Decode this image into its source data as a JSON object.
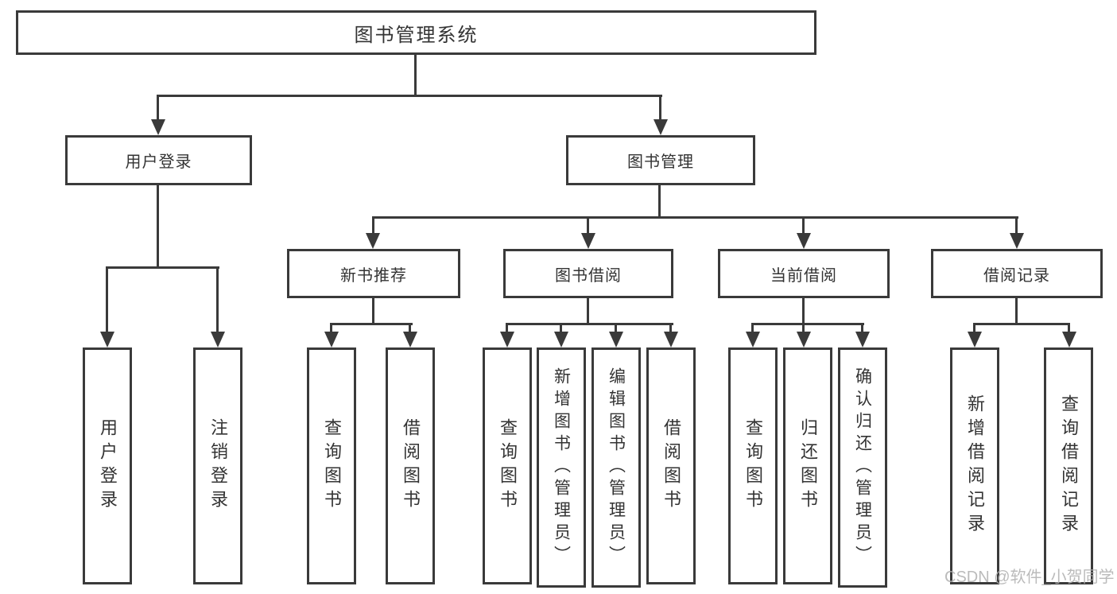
{
  "diagram": {
    "title": "图书管理系统",
    "branches": [
      {
        "label": "用户登录",
        "children": [
          "用户登录",
          "注销登录"
        ]
      },
      {
        "label": "图书管理",
        "groups": [
          {
            "label": "新书推荐",
            "children": [
              "查询图书",
              "借阅图书"
            ]
          },
          {
            "label": "图书借阅",
            "children": [
              "查询图书",
              "新增图书（管理员）",
              "编辑图书（管理员）",
              "借阅图书"
            ]
          },
          {
            "label": "当前借阅",
            "children": [
              "查询图书",
              "归还图书",
              "确认归还（管理员）"
            ]
          },
          {
            "label": "借阅记录",
            "children": [
              "新增借阅记录",
              "查询借阅记录"
            ]
          }
        ]
      }
    ]
  },
  "watermark": {
    "text": "CSDN @软件_小贺同学"
  },
  "colors": {
    "line": "#3a3a3a",
    "text": "#333333",
    "watermark": "#b0b0b0",
    "background": "#ffffff"
  }
}
